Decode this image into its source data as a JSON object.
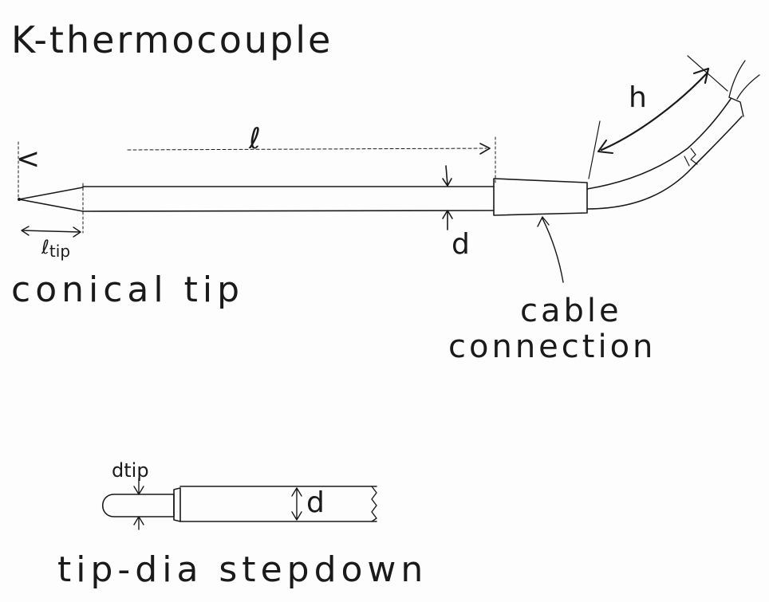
{
  "title": "K-thermocouple",
  "main_probe": {
    "length_label": "ℓ",
    "left_marker": "<",
    "diameter_label": "d",
    "tip_length_label_main": "ℓ",
    "tip_length_label_sub": "tip",
    "tip_caption": "conical tip",
    "connection_caption_line1": "cable",
    "connection_caption_line2": "connection",
    "cable_label": "h"
  },
  "stepdown_probe": {
    "tip_diameter_label": "dtip",
    "diameter_label": "d",
    "caption": "tip-dia stepdown"
  }
}
